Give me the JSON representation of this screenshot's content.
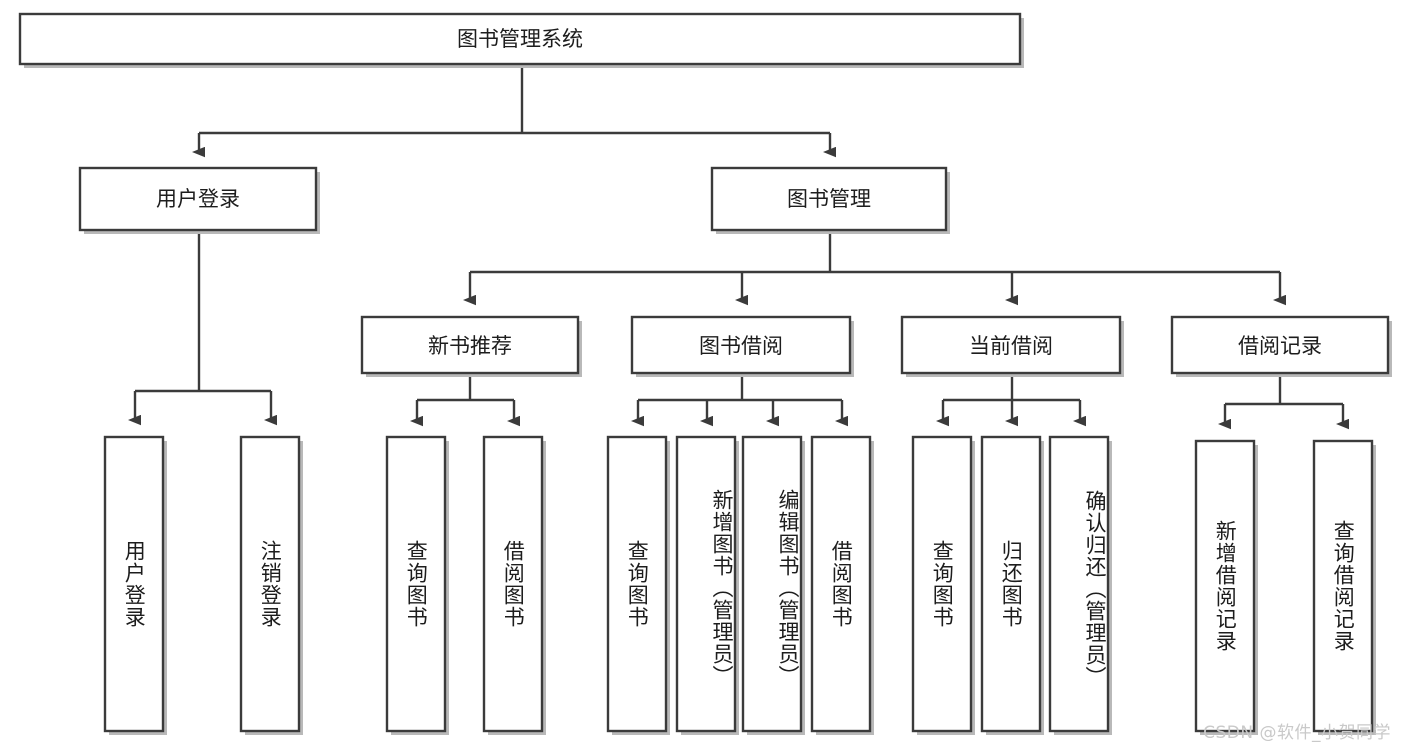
{
  "diagram": {
    "type": "tree",
    "title": "图书管理系统",
    "watermark": "CSDN @软件_小贺同学",
    "colors": {
      "box_stroke": "#3b3b3b",
      "box_fill": "#ffffff",
      "text": "#1d1d1d",
      "shadow": "#b9b9b9",
      "watermark": "#c9c9c9"
    },
    "levels": {
      "root": {
        "label": "图书管理系统"
      },
      "level2": [
        {
          "label": "用户登录"
        },
        {
          "label": "图书管理"
        }
      ],
      "level3": [
        {
          "label": "新书推荐"
        },
        {
          "label": "图书借阅"
        },
        {
          "label": "当前借阅"
        },
        {
          "label": "借阅记录"
        }
      ],
      "leaves": [
        {
          "label": "用户登录",
          "parent": "用户登录"
        },
        {
          "label": "注销登录",
          "parent": "用户登录"
        },
        {
          "label": "查询图书",
          "parent": "新书推荐"
        },
        {
          "label": "借阅图书",
          "parent": "新书推荐"
        },
        {
          "label": "查询图书",
          "parent": "图书借阅"
        },
        {
          "label": "新增图书（管理员）",
          "parent": "图书借阅"
        },
        {
          "label": "编辑图书（管理员）",
          "parent": "图书借阅"
        },
        {
          "label": "借阅图书",
          "parent": "图书借阅"
        },
        {
          "label": "查询图书",
          "parent": "当前借阅"
        },
        {
          "label": "归还图书",
          "parent": "当前借阅"
        },
        {
          "label": "确认归还（管理员）",
          "parent": "当前借阅"
        },
        {
          "label": "新增借阅记录",
          "parent": "借阅记录"
        },
        {
          "label": "查询借阅记录",
          "parent": "借阅记录"
        }
      ]
    }
  }
}
